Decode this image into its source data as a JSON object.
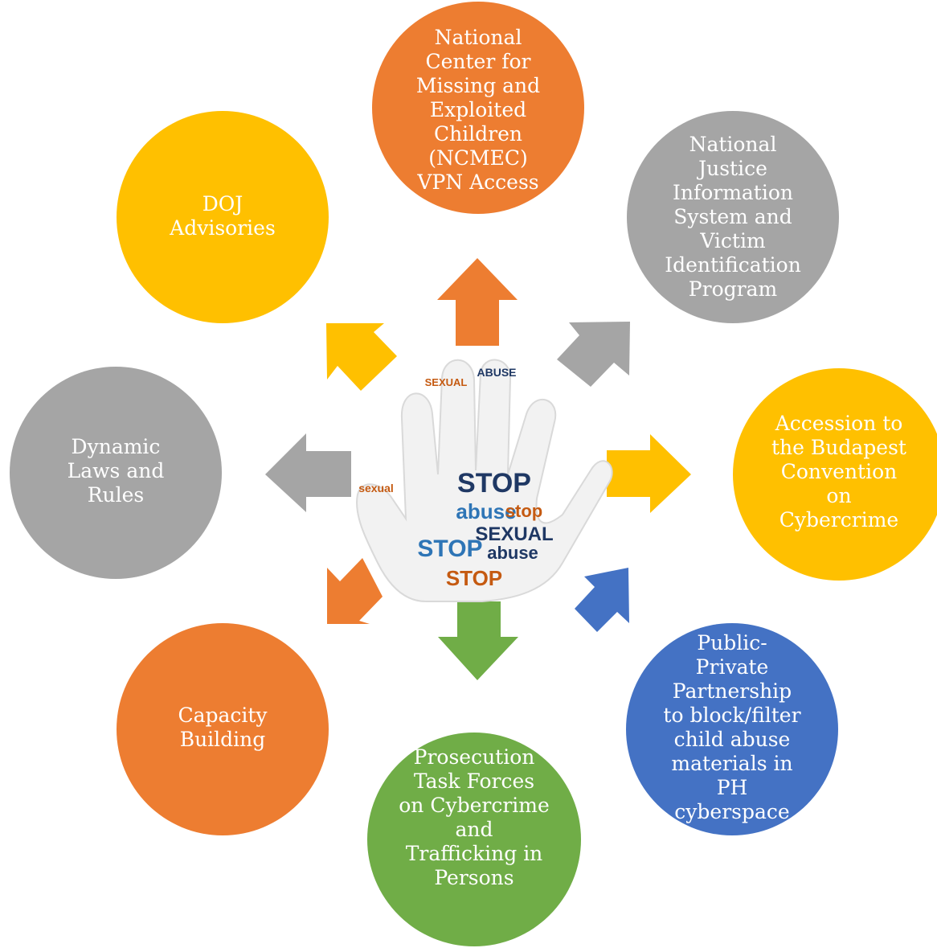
{
  "colors": {
    "orange": "#ED7D31",
    "gray": "#A5A5A5",
    "gold": "#FFC000",
    "blue": "#4472C4",
    "green": "#70AD47",
    "navy": "#1F3864",
    "teal": "#2E75B6",
    "brick": "#C55A11"
  },
  "nodes": [
    {
      "id": "ncmec",
      "lines": [
        "National",
        "Center for",
        "Missing and",
        "Exploited",
        "Children",
        "(NCMEC)",
        "VPN Access"
      ],
      "color": "orange"
    },
    {
      "id": "njis",
      "lines": [
        "National",
        "Justice",
        "Information",
        "System and",
        "Victim",
        "Identification",
        "Program"
      ],
      "color": "gray"
    },
    {
      "id": "budapest",
      "lines": [
        "Accession to",
        "the Budapest",
        "Convention",
        "on",
        "Cybercrime"
      ],
      "color": "gold"
    },
    {
      "id": "ppp",
      "lines": [
        "Public-",
        "Private",
        "Partnership",
        "to block/filter",
        "child abuse",
        "materials in",
        "PH",
        "cyberspace"
      ],
      "color": "blue"
    },
    {
      "id": "prosecution",
      "lines": [
        "Prosecution",
        "Task Forces",
        "on Cybercrime",
        "and",
        "Trafficking in",
        "Persons"
      ],
      "color": "green"
    },
    {
      "id": "capacity",
      "lines": [
        "Capacity",
        "Building"
      ],
      "color": "orange"
    },
    {
      "id": "laws",
      "lines": [
        "Dynamic",
        "Laws and",
        "Rules"
      ],
      "color": "gray"
    },
    {
      "id": "doj",
      "lines": [
        "DOJ",
        "Advisories"
      ],
      "color": "gold"
    }
  ],
  "arrows": [
    {
      "id": "up",
      "color": "orange",
      "icon": "arrow-up-icon"
    },
    {
      "id": "up-right",
      "color": "gray",
      "icon": "arrow-up-right-icon"
    },
    {
      "id": "right",
      "color": "gold",
      "icon": "arrow-right-icon"
    },
    {
      "id": "down-right",
      "color": "blue",
      "icon": "arrow-down-right-icon"
    },
    {
      "id": "down",
      "color": "green",
      "icon": "arrow-down-icon"
    },
    {
      "id": "down-left",
      "color": "orange",
      "icon": "arrow-down-left-icon"
    },
    {
      "id": "left",
      "color": "gray",
      "icon": "arrow-left-icon"
    },
    {
      "id": "up-left",
      "color": "gold",
      "icon": "arrow-up-left-icon"
    }
  ],
  "center_image": {
    "icon": "hand-word-cloud-image",
    "words": [
      "ABUSE",
      "SEXUAL",
      "STOP",
      "abuse",
      "stop",
      "sexual",
      "STOP",
      "SEXUAL",
      "abuse",
      "STOP"
    ]
  }
}
